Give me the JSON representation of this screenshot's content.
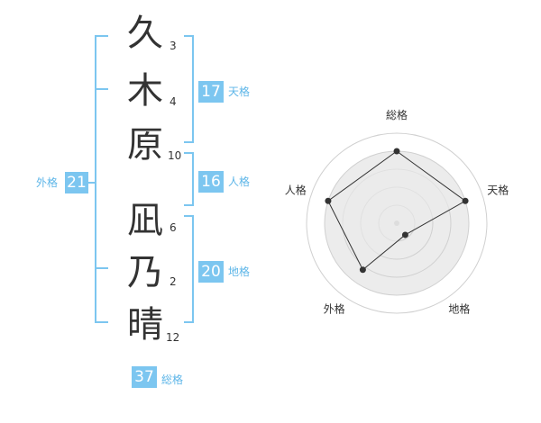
{
  "name": {
    "surname": [
      {
        "char": "久",
        "strokes": "3"
      },
      {
        "char": "木",
        "strokes": "4"
      },
      {
        "char": "原",
        "strokes": "10"
      }
    ],
    "given": [
      {
        "char": "凪",
        "strokes": "6"
      },
      {
        "char": "乃",
        "strokes": "2"
      },
      {
        "char": "晴",
        "strokes": "12"
      }
    ]
  },
  "fortune": {
    "tenkaku": {
      "value": "17",
      "label": "天格"
    },
    "jinkaku": {
      "value": "16",
      "label": "人格"
    },
    "chikaku": {
      "value": "20",
      "label": "地格"
    },
    "gaikaku": {
      "value": "21",
      "label": "外格"
    },
    "soukaku": {
      "value": "37",
      "label": "総格"
    }
  },
  "colors": {
    "bracket": "#7cc6f0",
    "badge": "#7cc6f0",
    "label": "#5eb6e8"
  },
  "chart_data": {
    "type": "radar",
    "axes": [
      "総格",
      "天格",
      "地格",
      "外格",
      "人格"
    ],
    "values": [
      5,
      5,
      1,
      4,
      5
    ],
    "max": 5,
    "rings": 5,
    "grid": true
  }
}
